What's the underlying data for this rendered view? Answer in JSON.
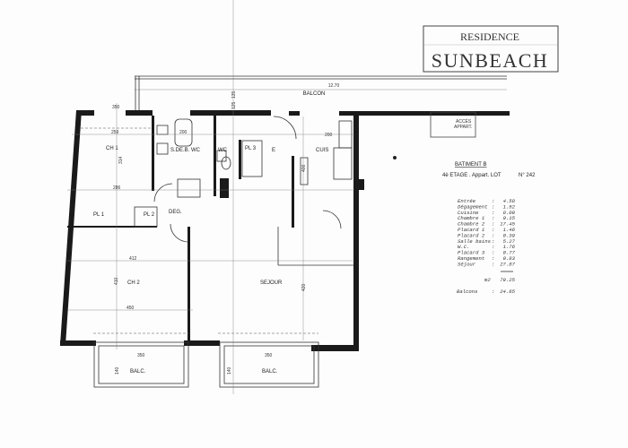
{
  "title": {
    "residence": "RESIDENCE",
    "name": "SUNBEACH"
  },
  "balcony_top": {
    "label": "BALCON",
    "dimension": "12.70"
  },
  "access": {
    "label_1": "ACCÈS",
    "label_2": "APPART."
  },
  "rooms": {
    "ch1": "CH 1",
    "sdb": "S.DE.B.",
    "wc1": "WC",
    "wc2": "WC",
    "pl3": "PL 3",
    "entree": "E",
    "cuis": "CUIS",
    "pl1": "PL 1",
    "pl2": "PL 2",
    "deg": "DEG.",
    "ch2": "CH 2",
    "sejour": "SEJOUR",
    "balc1": "BALC.",
    "balc2": "BALC."
  },
  "dimensions": {
    "d1": "350",
    "d2": "259",
    "d3": "200",
    "d4": "286",
    "d5": "412",
    "d6": "410",
    "d7": "450",
    "d8": "420",
    "d9": "350",
    "d10": "140",
    "d11": "350",
    "d12": "140",
    "d13": "200",
    "d14": "400",
    "d15": "314",
    "d16": "135",
    "d17": "125"
  },
  "info": {
    "building": "BATIMENT B",
    "floor": "4è ETAGE . Appart. LOT",
    "lot_number": "N° 242",
    "areas": [
      {
        "room": "Entrée",
        "value": "4.58"
      },
      {
        "room": "Dégagement",
        "value": "1.52"
      },
      {
        "room": "Cuisine",
        "value": "8.00"
      },
      {
        "room": "Chambre 1",
        "value": "9.15"
      },
      {
        "room": "Chambre 2",
        "value": "17.45"
      },
      {
        "room": "Placard 1",
        "value": "1.46"
      },
      {
        "room": "Placard 2",
        "value": "0.39"
      },
      {
        "room": "Salle bains",
        "value": "5.27"
      },
      {
        "room": "W.C.",
        "value": "1.76"
      },
      {
        "room": "Placard 3",
        "value": "0.77"
      },
      {
        "room": "Rangement",
        "value": "0.83"
      },
      {
        "room": "Séjour",
        "value": "27.87"
      }
    ],
    "total_unit": "m2",
    "total": "79.25",
    "balcony_label": "Balcons",
    "balcony_value": "24.65"
  }
}
